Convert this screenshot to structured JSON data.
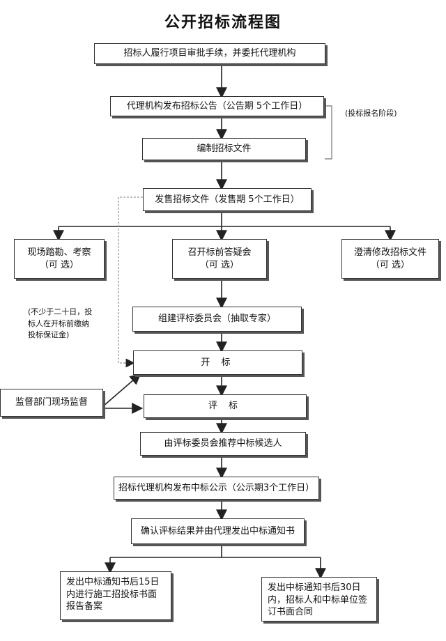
{
  "title": "公开招标流程图",
  "steps": {
    "s1": "招标人履行项目审批手续，并委托代理机构",
    "s2": "代理机构发布招标公告（公告期 5个工作日）",
    "s3": "编制招标文件",
    "s4": "发售招标文件（发售期 5个工作日）",
    "s5a_line1": "现场踏勘、考察",
    "s5a_line2": "（可 选）",
    "s5b_line1": "召开标前答疑会",
    "s5b_line2": "（可 选）",
    "s5c_line1": "澄清修改招标文件",
    "s5c_line2": "（可 选）",
    "s6": "组建评标委员会（抽取专家）",
    "s7": "开 标",
    "s8": "评 标",
    "s9": "由评标委员会推荐中标候选人",
    "s10": "招标代理机构发布中标公示（公示期3个工作日）",
    "s11": "确认评标结果并由代理发出中标通知书",
    "s12a": "发出中标通知书后15日内进行施工招投标书面报告备案",
    "s12b": "发出中标通知书后30日内，招标人和中标单位签订书面合同"
  },
  "side": {
    "supervision": "监督部门现场监督"
  },
  "notes": {
    "bidding_stage": "(投标报名阶段)",
    "deposit_line1": "(不少于二十日，投",
    "deposit_line2": "标人在开标前缴纳",
    "deposit_line3": "投标保证金)"
  },
  "colors": {
    "line": "#333333",
    "dashed": "#999999",
    "border": "#333333"
  }
}
